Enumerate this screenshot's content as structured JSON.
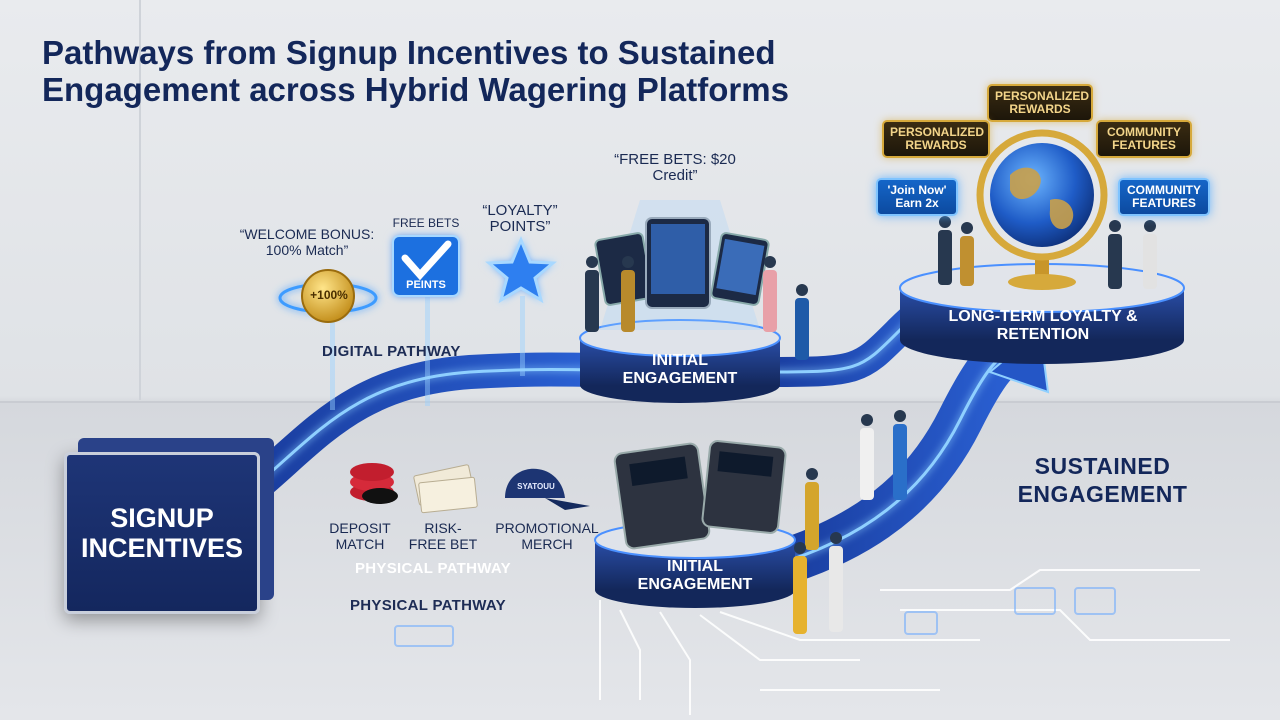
{
  "title": "Pathways from Signup Incentives to Sustained Engagement across Hybrid Wagering Platforms",
  "signup": "SIGNUP INCENTIVES",
  "digital_pathway": {
    "label": "DIGITAL PATHWAY",
    "welcome_bonus": "“WELCOME BONUS: 100% Match”",
    "coin_text": "+100%",
    "free_bets_card": {
      "top": "FREE BETS",
      "bottom": "PEINTS"
    },
    "loyalty_points": "“LOYALTY” POINTS”",
    "free_bets_credit": "“FREE BETS: $20 Credit”"
  },
  "physical_pathway": {
    "label_on_path": "PHYSICAL PATHWAY",
    "label_below": "PHYSICAL PATHWAY",
    "items": [
      "DEPOSIT MATCH",
      "RISK-FREE BET",
      "PROMOTIONAL MERCH"
    ],
    "cap_text": "SYATOUU"
  },
  "digital_initial": "INITIAL ENGAGEMENT",
  "physical_initial": "INITIAL ENGAGEMENT",
  "long_term": "LONG-TERM LOYALTY & RETENTION",
  "sustained": "SUSTAINED ENGAGEMENT",
  "globe_tags": {
    "gold": [
      "PERSONALIZED REWARDS",
      "PERSONALIZED REWARDS",
      "COMMUNITY FEATURES"
    ],
    "blue": [
      "'Join Now' Earn 2x",
      "COMMUNITY FEATURES"
    ]
  },
  "colors": {
    "navy": "#13275a",
    "glow_blue": "#3d9bff",
    "gold": "#d6a93b"
  }
}
